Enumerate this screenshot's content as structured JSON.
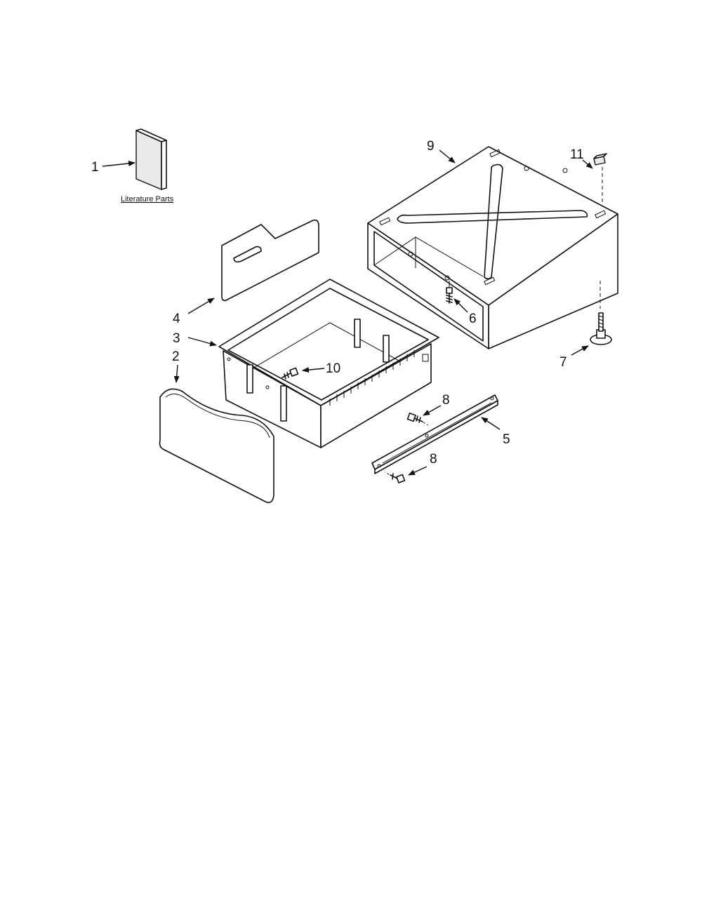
{
  "diagram": {
    "caption": "Literature Parts",
    "labels": {
      "p1": "1",
      "p2": "2",
      "p3": "3",
      "p4": "4",
      "p5": "5",
      "p6": "6",
      "p7": "7",
      "p8a": "8",
      "p8b": "8",
      "p9": "9",
      "p10": "10",
      "p11": "11"
    }
  }
}
